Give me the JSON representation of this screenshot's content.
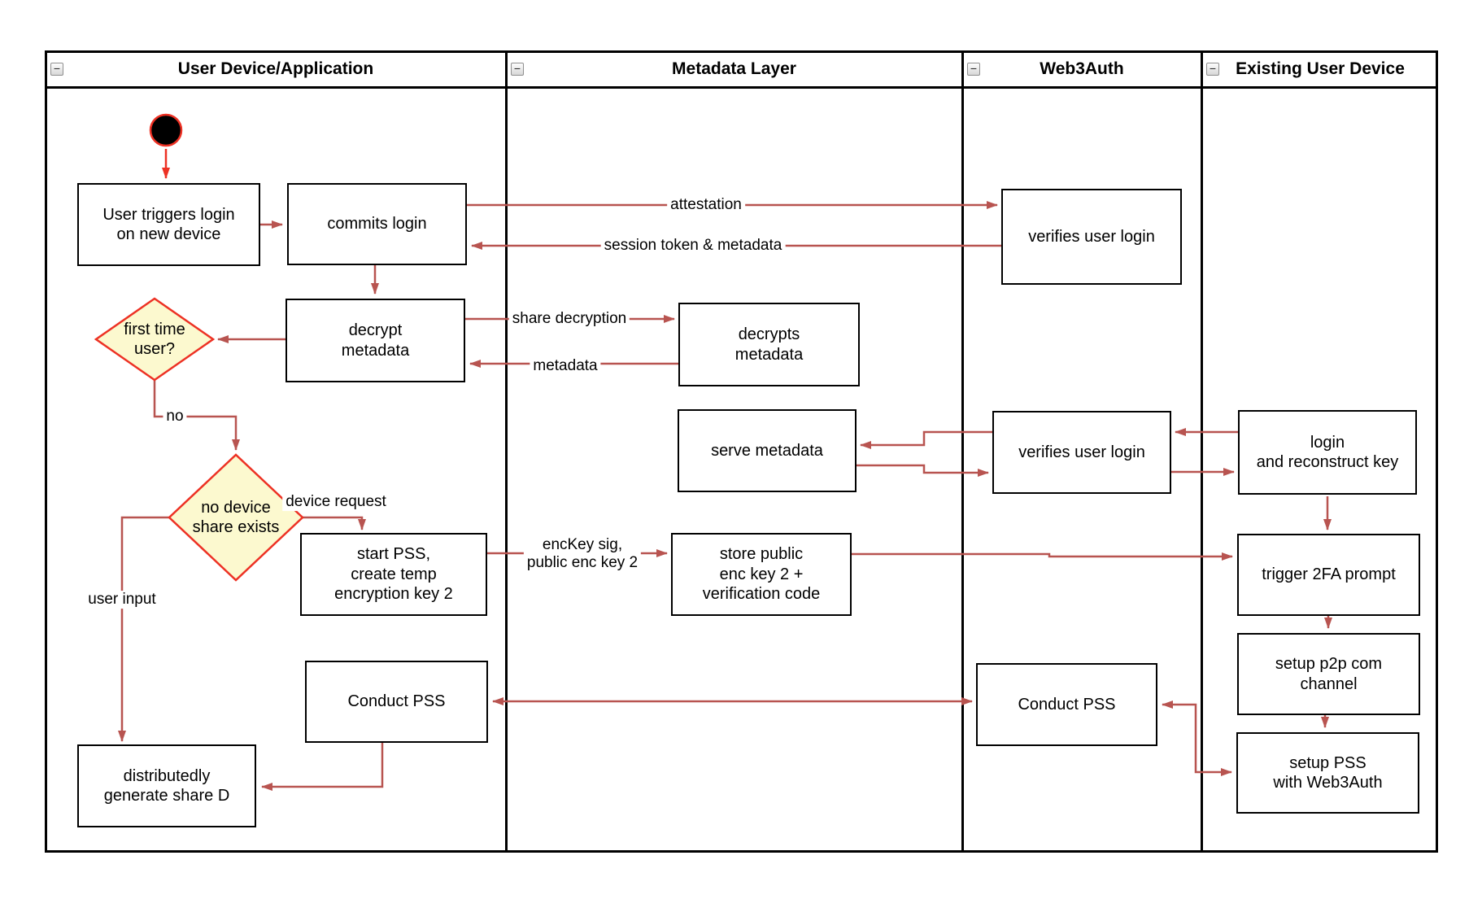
{
  "diagram": {
    "lanes": [
      {
        "title": "User Device/Application"
      },
      {
        "title": "Metadata Layer"
      },
      {
        "title": "Web3Auth"
      },
      {
        "title": "Existing User Device"
      }
    ],
    "icons": {
      "collapse": "−"
    },
    "nodes": {
      "user_triggers": "User triggers login\non new device",
      "commits_login": "commits login",
      "decrypt_metadata": "decrypt\nmetadata",
      "decrypts_metadata": "decrypts\nmetadata",
      "serve_metadata": "serve metadata",
      "store_public": "store public\nenc key 2 +\nverification code",
      "verifies_user_login_top": "verifies user login",
      "verifies_user_login_mid": "verifies user login",
      "login_reconstruct": "login\nand reconstruct key",
      "trigger_2fa": "trigger 2FA prompt",
      "setup_p2p": "setup p2p com\nchannel",
      "setup_pss": "setup PSS\nwith Web3Auth",
      "start_pss": "start PSS,\ncreate temp\nencryption key 2",
      "conduct_pss_user": "Conduct PSS",
      "conduct_pss_w3a": "Conduct PSS",
      "generate_share_d": "distributedly\ngenerate share D"
    },
    "decisions": {
      "first_time_user": "first time\nuser?",
      "no_device_share": "no device\nshare exists"
    },
    "edge_labels": {
      "attestation": "attestation",
      "session_token": "session token & metadata",
      "share_decryption": "share decryption",
      "metadata": "metadata",
      "no": "no",
      "device_request": "device request",
      "user_input": "user input",
      "enckey": "encKey sig,\npublic enc key 2"
    },
    "colors": {
      "connector": "#B85450",
      "start_red": "#ED3124",
      "decision_fill": "#FCF9CF",
      "decision_stroke": "#ED3124",
      "node_border": "#000000"
    }
  }
}
